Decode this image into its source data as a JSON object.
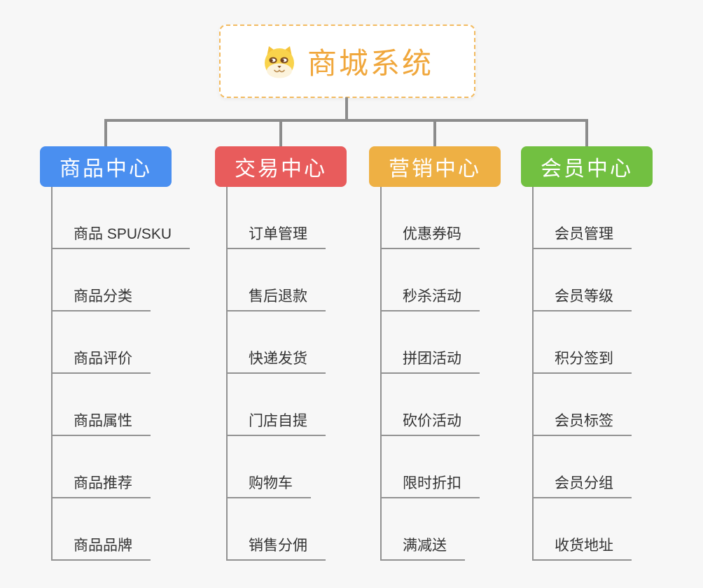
{
  "canvas": {
    "background_color": "#f7f7f7",
    "connector_color": "#8c8c8c"
  },
  "root": {
    "title": "商城系统",
    "icon": "dog-face-icon",
    "text_color": "#f0a73c",
    "border_color": "#f3bb60"
  },
  "branches": [
    {
      "label": "商品中心",
      "color": "#4a8ff0",
      "items": [
        "商品 SPU/SKU",
        "商品分类",
        "商品评价",
        "商品属性",
        "商品推荐",
        "商品品牌"
      ]
    },
    {
      "label": "交易中心",
      "color": "#e85c5c",
      "items": [
        "订单管理",
        "售后退款",
        "快递发货",
        "门店自提",
        "购物车",
        "销售分佣"
      ]
    },
    {
      "label": "营销中心",
      "color": "#eeb044",
      "items": [
        "优惠券码",
        "秒杀活动",
        "拼团活动",
        "砍价活动",
        "限时折扣",
        "满减送"
      ]
    },
    {
      "label": "会员中心",
      "color": "#72c041",
      "items": [
        "会员管理",
        "会员等级",
        "积分签到",
        "会员标签",
        "会员分组",
        "收货地址"
      ]
    }
  ]
}
